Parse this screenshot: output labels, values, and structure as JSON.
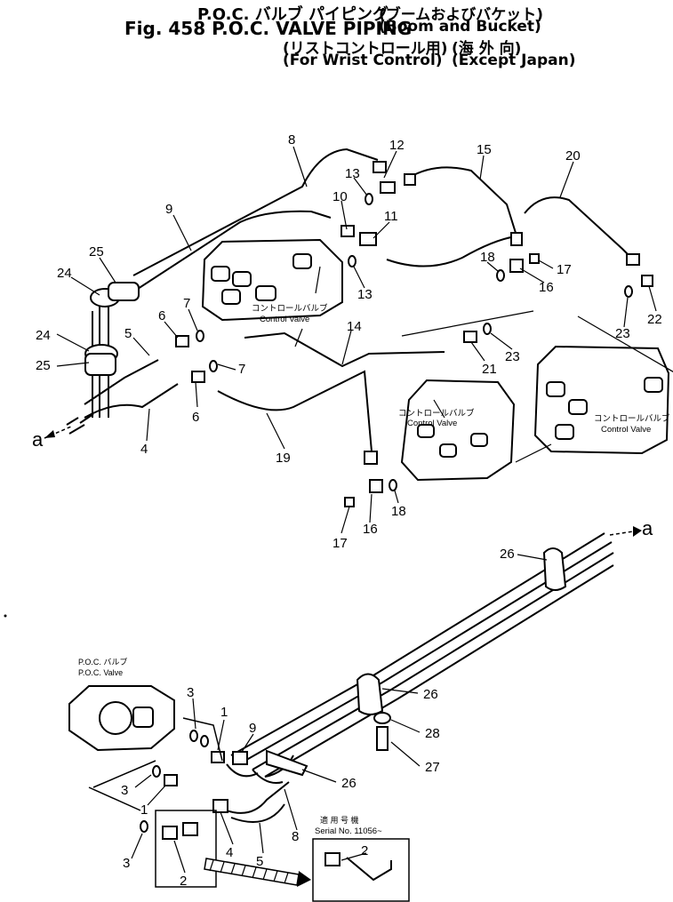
{
  "title": {
    "line1": "P.O.C. バルブ パイピング",
    "line2": "Fig. 458 P.O.C. VALVE PIPING",
    "wrist_jp": "(リストコントロール用)",
    "wrist_en": "(For Wrist Control)",
    "boom_jp": "(ブームおよびバケット)",
    "boom_en": "(Boom and Bucket)",
    "export_jp": "(海 外 向)",
    "export_en": "(Except Japan)"
  },
  "labels": {
    "control_valve_jp": "コントロールバルブ",
    "control_valve_en": "Control Valve",
    "poc_valve_jp": "P.O.C. バルブ",
    "poc_valve_en": "P.O.C. Valve",
    "serial_jp": "適 用 号 機",
    "serial_en": "Serial No. 11056~",
    "arrow_a": "a"
  },
  "callouts": [
    "1",
    "2",
    "3",
    "4",
    "5",
    "6",
    "7",
    "8",
    "9",
    "10",
    "11",
    "12",
    "13",
    "14",
    "15",
    "16",
    "17",
    "18",
    "19",
    "20",
    "21",
    "22",
    "23",
    "24",
    "25",
    "26",
    "27",
    "28"
  ]
}
